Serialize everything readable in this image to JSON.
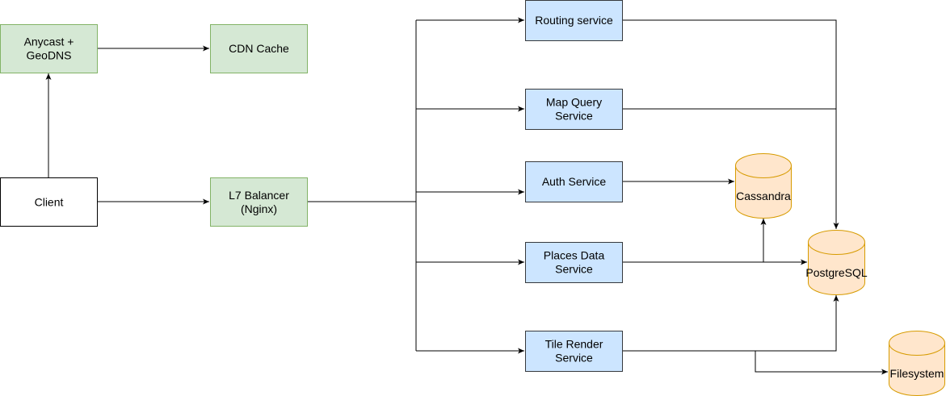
{
  "colors": {
    "green_fill": "#d5e8d4",
    "green_stroke": "#82b366",
    "blue_fill": "#cce5ff",
    "blue_stroke": "#36393d",
    "orange_fill": "#ffe6cc",
    "orange_stroke": "#d79b00",
    "white_fill": "#ffffff",
    "black_stroke": "#000000"
  },
  "nodes": {
    "anycast": {
      "lines": [
        "Anycast +",
        "GeoDNS"
      ]
    },
    "cdn": {
      "lines": [
        "CDN Cache"
      ]
    },
    "client": {
      "lines": [
        "Client"
      ]
    },
    "l7": {
      "lines": [
        "L7 Balancer",
        "(Nginx)"
      ]
    },
    "routing": {
      "lines": [
        "Routing service"
      ]
    },
    "mapquery": {
      "lines": [
        "Map Query",
        "Service"
      ]
    },
    "auth": {
      "lines": [
        "Auth Service"
      ]
    },
    "places": {
      "lines": [
        "Places Data",
        "Service"
      ]
    },
    "tile": {
      "lines": [
        "Tile Render",
        "Service"
      ]
    },
    "cassandra": {
      "lines": [
        "Cassandra"
      ]
    },
    "postgres": {
      "lines": [
        "PostgreSQL"
      ]
    },
    "filesystem": {
      "lines": [
        "Filesystem"
      ]
    }
  }
}
